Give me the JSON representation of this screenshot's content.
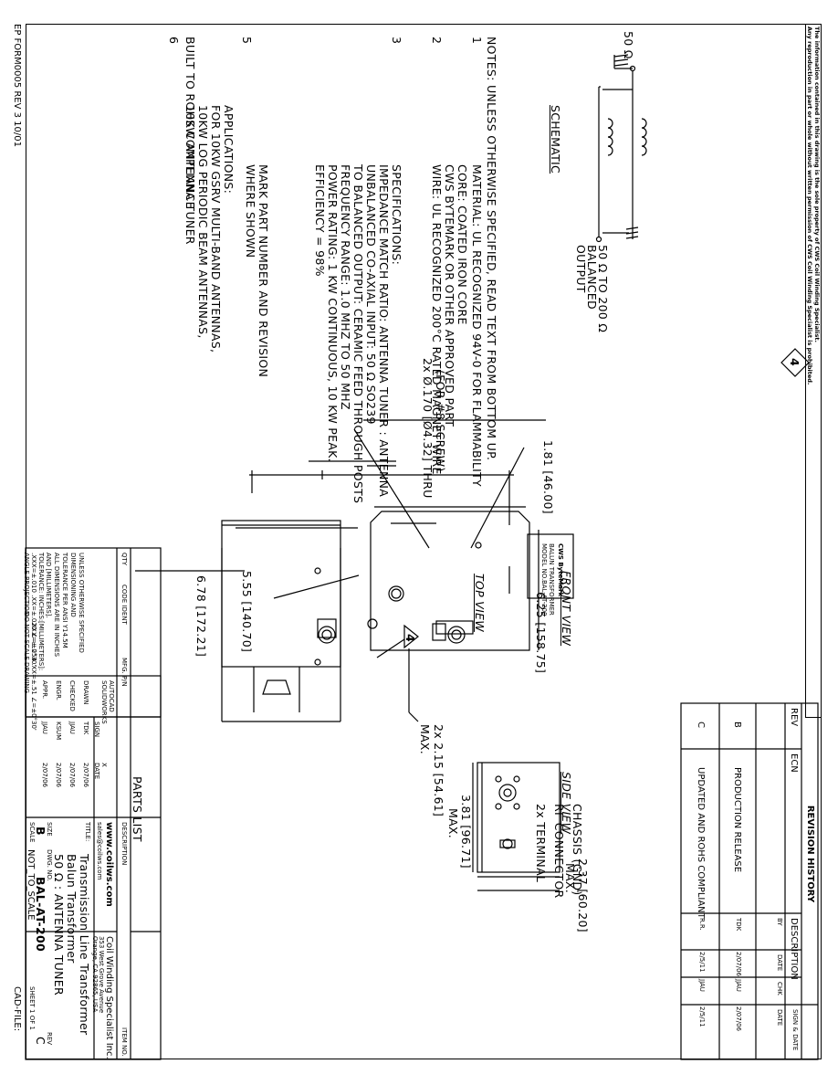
{
  "proprietary_notice": {
    "line1": "The information contained in this drawing is the sole property of CWS Coil Winding Specialist.",
    "line2": "Any reproduction in part or whole without written permission of CWS Coil Winding Specialist is prohibited."
  },
  "form_id": "EP FORM0005 REV 3 10/01",
  "schematic": {
    "title": "SCHEMATIC",
    "input_label": "50 Ω",
    "output_label_1": "50 Ω TO 200 Ω",
    "output_label_2": "BALANCED",
    "output_label_3": "OUTPUT"
  },
  "notes": {
    "n6a": "BUILT TO ROHS COMPLIANCE",
    "n6b": "10KW ANTENNA TUNER",
    "n6c": "10KW LOG PERIODIC BEAM ANTENNAS,",
    "n6d": "FOR 10KW GSRV MULTI-BAND ANTENNAS,",
    "n6e": "APPLICATIONS:",
    "n5a": "WHERE SHOWN",
    "n5b": "MARK PART NUMBER AND REVISION",
    "n4a": "EFFICIENCY = 98%",
    "n4b": "POWER RATING: 1 KW CONTINUOUS, 10 KW PEAK.",
    "n4c": "FREQUENCY RANGE: 1.0 MHZ TO 50 MHZ",
    "n4d": "TO BALANCED OUTPUT: CERAMIC FEED THROUGH POSTS",
    "n4e": "UNBALANCED CO-AXIAL INPUT: 50 Ω SO239",
    "n4f": "IMPEDANCE MATCH RATIO: ANTENNA TUNER : ANTENNA",
    "n3": "SPECIFICATIONS:",
    "n2a": "WIRE: UL RECOGNIZED 200°C RATED MAGNET WIRE",
    "n2b": "CWS BYTEMARK OR OTHER APPROVED PART",
    "n2c": "CORE: COATED IRON CORE",
    "n1": "MATERIAL: UL RECOGNIZED 94V-0 FOR FLAMMABILITY",
    "n0": "NOTES: UNLESS OTHERWISE SPECIFIED, READ TEXT FROM BOTTOM UP.",
    "num6": "6",
    "num5": "5",
    "num4": "4",
    "num3": "3",
    "num2": "2",
    "num1": "1",
    "flag4": "4"
  },
  "dimensions": {
    "top_offset": "1.81 [46.00]",
    "hole_a": "2x Ø.170 [Ø4.32] THRU",
    "hole_b": "(FOR #8 SCREW)",
    "width": "6.25 [158.75]",
    "front_depth": "5.55 [140.70]",
    "front_total": "6.78 [172.21]",
    "terminal_a": "2x 2.15 [54.61]",
    "terminal_b": "MAX.",
    "side_width_a": "3.81 [96.71]",
    "side_width_b": "MAX.",
    "side_height_a": "2.37 [60.20]",
    "side_height_b": "MAX."
  },
  "views": {
    "top": "TOP VIEW",
    "front": "FRONT VIEW",
    "side": "SIDE VIEW",
    "flag": "4"
  },
  "callouts": {
    "chassis": "CHASSIS (GND)",
    "rf": "RF CONNECTOR",
    "terminal": "2x TERMINAL"
  },
  "label_plate": {
    "brand": "CWS ByteMark",
    "line1": "BALUN TRANSFORMER",
    "line2": "MODEL NO.",
    "part": "BAL-AT-200"
  },
  "revision": {
    "title": "REVISION HISTORY",
    "headers": [
      "REV",
      "ECN",
      "DESCRIPTION",
      "SIGN & DATE"
    ],
    "sub_headers": [
      "BY",
      "DATE",
      "CHK",
      "DATE"
    ],
    "rows": [
      {
        "rev": "B",
        "ecn": "",
        "desc": "PRODUCTION RELEASE",
        "by": "TDK",
        "date": "2/07/06",
        "chk": "JJAU",
        "date2": "2/07/06"
      },
      {
        "rev": "C",
        "ecn": "",
        "desc": "UPDATED AND ROHS COMPLIANT",
        "by": "R.R.",
        "date": "2/5/11",
        "chk": "JJAU",
        "date2": "2/5/11"
      }
    ]
  },
  "parts_list": {
    "title": "PARTS LIST",
    "headers": [
      "QTY",
      "CODE IDENT",
      "MFG. P/N",
      "DESCRIPTION",
      "ITEM NO."
    ]
  },
  "title_block": {
    "tolerance": [
      "UNLESS OTHERWISE SPECIFIED",
      "DIMENSIONING AND",
      "TOLERANCE PER ANSI Y14.5M",
      "ALL DIMENSIONS ARE IN INCHES",
      "AND [MILLIMETERS].",
      "TOLERANCE: INCHES:",
      ".XXX=±.010  .XX=±.020  ∠=±0°30'",
      "[MILLIMETERS]:",
      ".XXX=±.254  .XX=±.51  ∠=±0°30'"
    ],
    "projection": "ANGLE PROJECTION",
    "no_scale": "DO NOT SCALE DRAWING",
    "autocad": "AUTOCAD",
    "solidworks": "SOLIDWORKS",
    "solidworks_mark": "X",
    "sign": "SIGN",
    "date": "DATE",
    "drawn": "DRAWN",
    "drawn_by": "TDK",
    "drawn_date": "2/07/06",
    "checked": "CHECKED",
    "checked_by": "JJAU",
    "checked_date": "2/07/06",
    "engr": "ENGR.",
    "engr_by": "KSUM",
    "engr_date": "2/07/06",
    "appr": "APPR.",
    "appr_by": "JJAU",
    "appr_date": "2/07/06",
    "web": "www.coilws.com",
    "email": "sales@coilws.com",
    "company": "Coil Winding Specialist Inc.",
    "address1": "353 West Grove Avenue",
    "address2": "Orange, CA 92865, USA",
    "title_label": "TITLE:",
    "title1": "Transmission Line Transformer",
    "title2": "Balun Transformer",
    "title3": "50 Ω : ANTENNA TUNER",
    "size_label": "SIZE",
    "size": "B",
    "dwg_label": "DWG. NO.",
    "dwg": "BAL-AT-200",
    "rev_label": "REV",
    "rev": "C",
    "scale_label": "SCALE",
    "scale": "NOT_TO_SCALE",
    "sheet": "SHEET   1   OF   1",
    "cad_file": "CAD-FILE:"
  }
}
